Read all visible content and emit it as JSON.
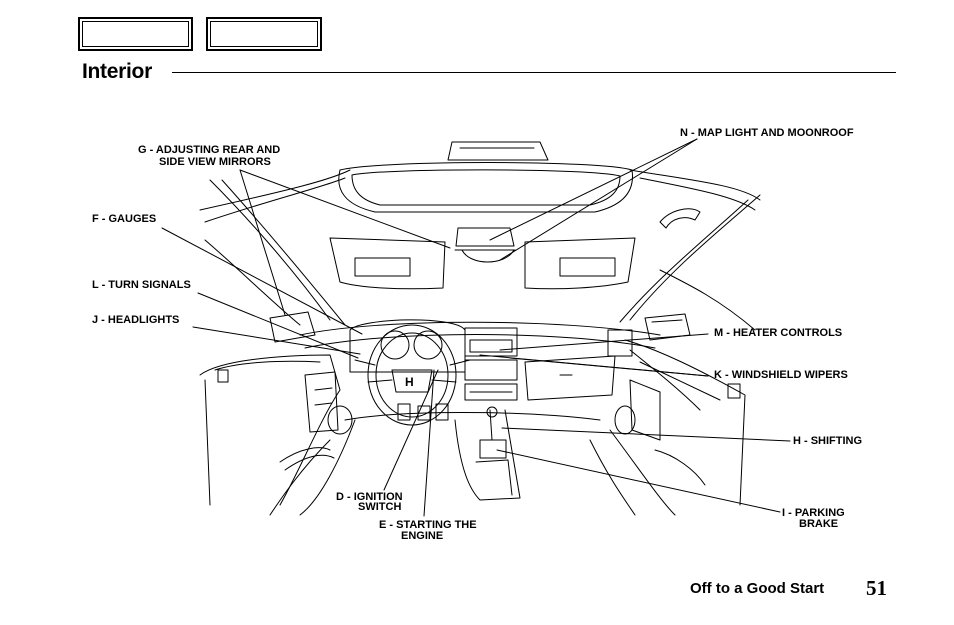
{
  "nav": {
    "button_1": "",
    "button_2": ""
  },
  "page_title": "Interior",
  "labels": {
    "g": [
      "G - ADJUSTING REAR AND",
      "SIDE VIEW MIRRORS"
    ],
    "f": "F - GAUGES",
    "l": "L - TURN SIGNALS",
    "j": "J - HEADLIGHTS",
    "d": [
      "D - IGNITION",
      "SWITCH"
    ],
    "e": [
      "E - STARTING THE",
      "ENGINE"
    ],
    "n": "N - MAP LIGHT AND MOONROOF",
    "m": "M - HEATER CONTROLS",
    "k": "K - WINDSHIELD WIPERS",
    "h": "H - SHIFTING",
    "i": [
      "I - PARKING",
      "BRAKE"
    ]
  },
  "footer": {
    "section": "Off to a Good Start",
    "page_number": "51"
  },
  "colors": {
    "ink": "#000000",
    "background": "#ffffff"
  }
}
